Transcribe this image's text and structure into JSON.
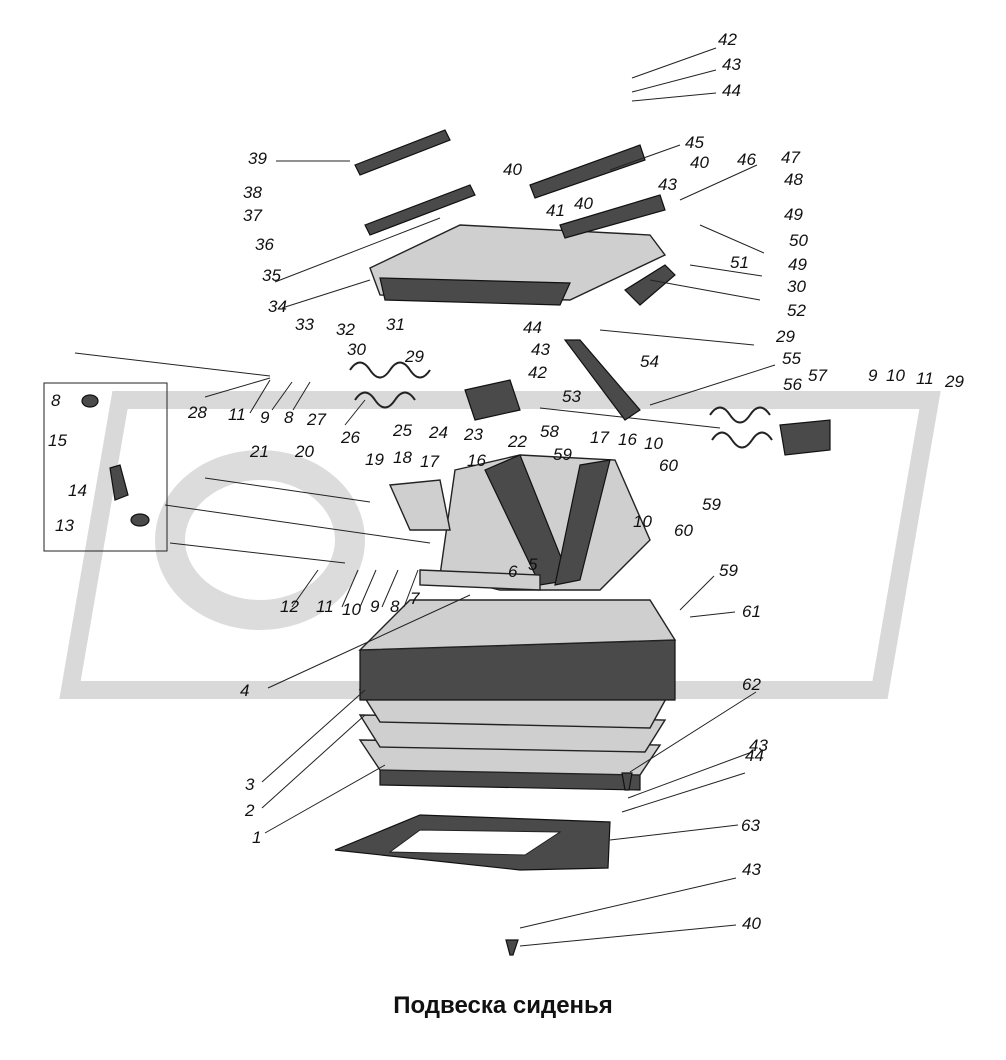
{
  "caption": "Подвеска сиденья",
  "labels": [
    "1",
    "2",
    "3",
    "4",
    "5",
    "6",
    "7",
    "8",
    "9",
    "10",
    "11",
    "12",
    "13",
    "14",
    "15",
    "16",
    "17",
    "18",
    "19",
    "20",
    "21",
    "22",
    "23",
    "24",
    "25",
    "26",
    "27",
    "28",
    "29",
    "30",
    "31",
    "32",
    "33",
    "34",
    "35",
    "36",
    "37",
    "38",
    "39",
    "40",
    "41",
    "42",
    "43",
    "44",
    "45",
    "46",
    "47",
    "48",
    "49",
    "50",
    "51",
    "52",
    "53",
    "54",
    "55",
    "56",
    "57",
    "58",
    "59",
    "60",
    "61",
    "62",
    "63"
  ]
}
